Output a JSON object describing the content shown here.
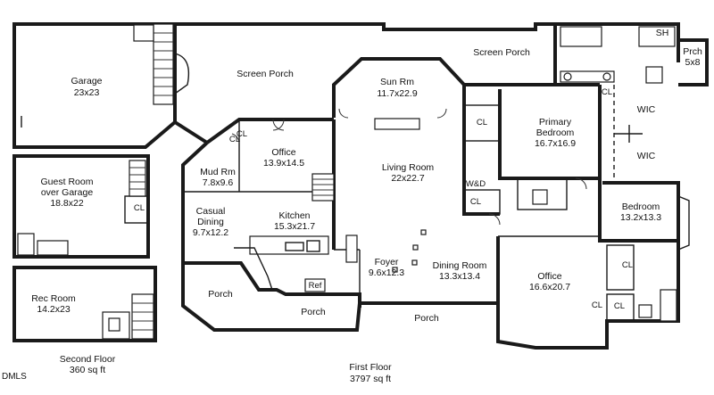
{
  "rooms": {
    "garage": {
      "name": "Garage",
      "size": "23x23"
    },
    "screen_porch_left": {
      "name": "Screen Porch"
    },
    "sun_room": {
      "name": "Sun Rm",
      "size": "11.7x22.9"
    },
    "screen_porch_right": {
      "name": "Screen Porch"
    },
    "sh": {
      "name": "SH"
    },
    "prch": {
      "name": "Prch",
      "size": "5x8"
    },
    "guest_room": {
      "name_line1": "Guest Room",
      "name_line2": "over Garage",
      "size": "18.8x22"
    },
    "guest_cl": {
      "name": "CL"
    },
    "office_top": {
      "name": "Office",
      "size": "13.9x14.5"
    },
    "mud_room": {
      "name": "Mud Rm",
      "size": "7.8x9.6"
    },
    "mud_cl1": {
      "name": "CL"
    },
    "mud_cl2": {
      "name": "CL"
    },
    "living_room": {
      "name": "Living Room",
      "size": "22x22.7"
    },
    "cl_living": {
      "name": "CL"
    },
    "primary_bedroom": {
      "name_line1": "Primary",
      "name_line2": "Bedroom",
      "size": "16.7x16.9"
    },
    "wic_top": {
      "name": "WIC"
    },
    "wic_bottom": {
      "name": "WIC"
    },
    "primary_cl": {
      "name": "CL"
    },
    "wd": {
      "name": "W&D"
    },
    "wd_cl": {
      "name": "CL"
    },
    "casual_dining": {
      "name_line1": "Casual",
      "name_line2": "Dining",
      "size": "9.7x12.2"
    },
    "kitchen": {
      "name": "Kitchen",
      "size": "15.3x21.7"
    },
    "bedroom": {
      "name": "Bedroom",
      "size": "13.2x13.3"
    },
    "bed_cl": {
      "name": "CL"
    },
    "bed_cl2": {
      "name": "CL"
    },
    "rec_room": {
      "name": "Rec Room",
      "size": "14.2x23"
    },
    "foyer": {
      "name": "Foyer",
      "size": "9.6x12.3"
    },
    "dining_room": {
      "name": "Dining Room",
      "size": "13.3x13.4"
    },
    "office_bottom": {
      "name": "Office",
      "size": "16.6x20.7"
    },
    "office_cl": {
      "name": "CL"
    },
    "ref": {
      "name": "Ref"
    },
    "porch_left": {
      "name": "Porch"
    },
    "porch_mid": {
      "name": "Porch"
    },
    "porch_right": {
      "name": "Porch"
    }
  },
  "floors": {
    "second": {
      "name": "Second Floor",
      "area": "360 sq ft"
    },
    "first": {
      "name": "First Floor",
      "area": "3797 sq ft"
    }
  },
  "watermark": "DMLS"
}
